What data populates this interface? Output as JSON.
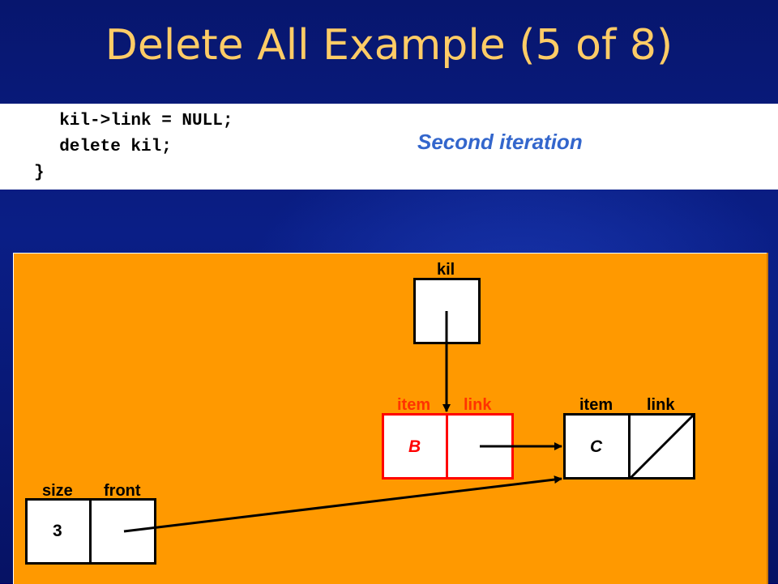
{
  "slide": {
    "title": "Delete All Example (5 of 8)"
  },
  "code": {
    "lines": [
      "  kil->link = NULL;",
      "  delete kil;",
      "}"
    ]
  },
  "annotation": {
    "iteration": "Second iteration"
  },
  "diagram": {
    "pointer_kil": {
      "label": "kil"
    },
    "list_header": {
      "size_label": "size",
      "front_label": "front",
      "size_value": "3"
    },
    "node_b": {
      "item_label": "item",
      "link_label": "link",
      "item_value": "B",
      "highlight_color": "#ff0000"
    },
    "node_c": {
      "item_label": "item",
      "link_label": "link",
      "item_value": "C",
      "link_value": "NULL"
    }
  },
  "colors": {
    "title": "#ffcc66",
    "iteration": "#3366cc",
    "panel": "#ff9900",
    "highlight": "#ff0000"
  }
}
